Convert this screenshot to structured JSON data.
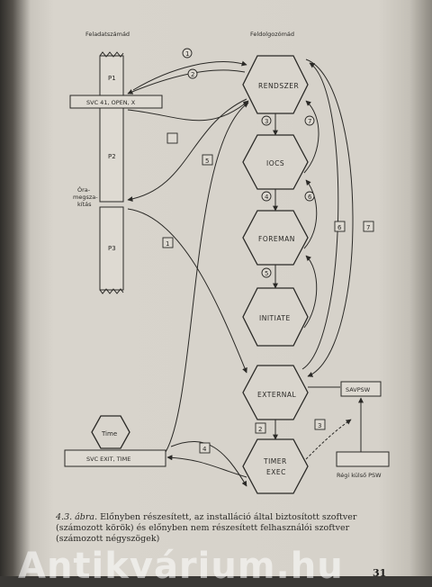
{
  "headings": {
    "left": "Feladatszámád",
    "right": "Feldolgozómád"
  },
  "task_column": {
    "p1": "P1",
    "svc_call": "SVC 41, OPEN, X",
    "p2": "P2",
    "interrupt_label": [
      "Óra-",
      "megsza-",
      "kítás"
    ],
    "p3": "P3"
  },
  "hexagons": {
    "rendszer": "RENDSZER",
    "ios": "IOCS",
    "foreman": "FOREMAN",
    "initiate": "INITIATE",
    "external": "EXTERNAL",
    "timer_exec_line1": "TIMER",
    "timer_exec_line2": "EXEC",
    "time": "Time"
  },
  "boxes": {
    "svc_exit": "SVC EXIT, TIME",
    "savpsw": "SAVPSW",
    "regi_psw": "Régi külső PSW"
  },
  "circle_labels": [
    "1",
    "2",
    "3",
    "4",
    "5",
    "6",
    "7"
  ],
  "square_labels": [
    "1",
    "2",
    "3",
    "4",
    "5",
    "6",
    "7"
  ],
  "caption": {
    "figure_number": "4.3. ábra.",
    "text": "Előnyben részesített, az installáció által biztosított szoftver (számozott körök) és előnyben nem részesített felhasználói szoftver (számozott négyszögek)"
  },
  "page_number": "31",
  "watermark": "Antikvárium.hu"
}
